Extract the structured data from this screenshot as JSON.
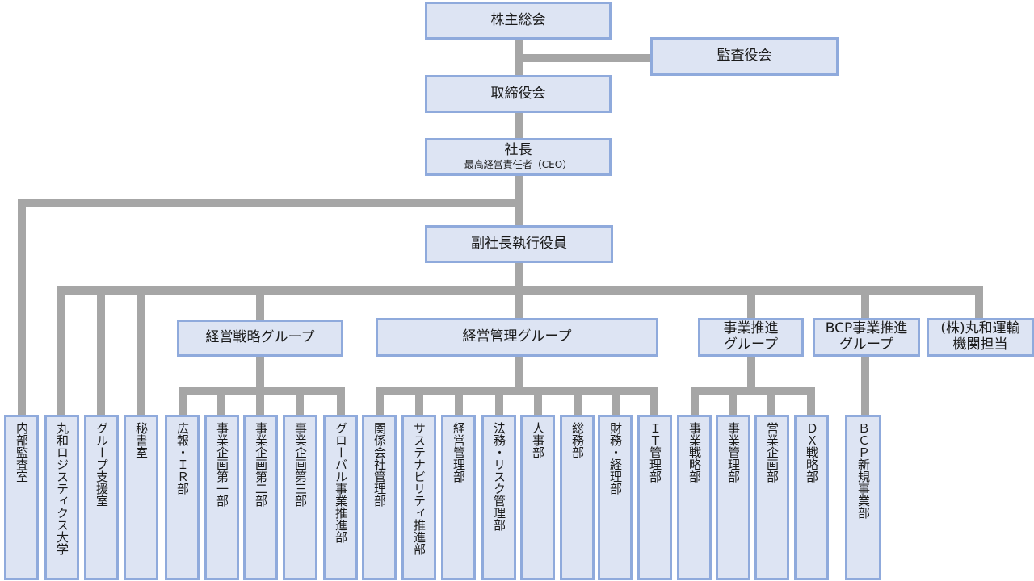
{
  "nodes": {
    "shareholders": "株主総会",
    "audit_board": "監査役会",
    "board": "取締役会",
    "president": "社長",
    "president_sub": "最高経営責任者（CEO）",
    "evp": "副社長執行役員",
    "strategy_group": "経営戦略グループ",
    "management_group": "経営管理グループ",
    "biz_promo_l1": "事業推進",
    "biz_promo_l2": "グループ",
    "bcp_group_l1": "BCP事業推進",
    "bcp_group_l2": "グループ",
    "maruwa_l1": "(株)丸和運輸",
    "maruwa_l2": "機関担当",
    "internal_audit": "内部監査室",
    "logistics_univ": "丸和ロジスティクス大学",
    "group_support": "グループ支援室",
    "secretary": "秘書室",
    "pr_ir": "広報・ＩＲ部",
    "plan1": "事業企画第一部",
    "plan2": "事業企画第二部",
    "plan3": "事業企画第三部",
    "global": "グローバル事業推進部",
    "affiliates": "関係会社管理部",
    "sustainability": "サステナビリティ推進部",
    "mgmt_admin": "経営管理部",
    "legal_risk": "法務・リスク管理部",
    "hr": "人事部",
    "general_affairs": "総務部",
    "finance": "財務・経理部",
    "it": "ＩＴ管理部",
    "biz_strategy": "事業戦略部",
    "biz_mgmt": "事業管理部",
    "sales_plan": "営業企画部",
    "dx": "ＤＸ戦略部",
    "bcp_new": "ＢＣＰ新規事業部"
  }
}
